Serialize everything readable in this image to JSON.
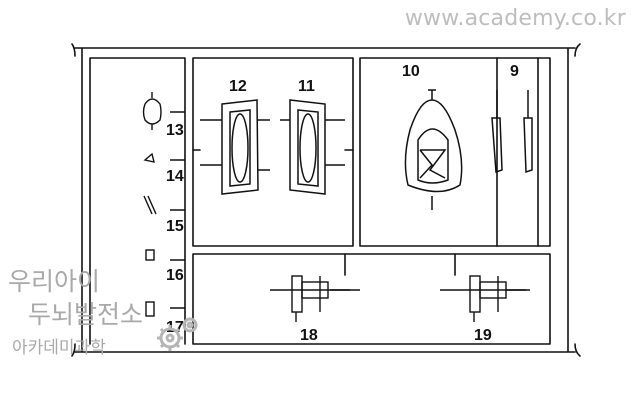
{
  "watermark": {
    "url": "www.academy.co.kr",
    "korean_line1": "우리아이",
    "korean_line2": "두뇌발전소",
    "korean_line3": "아카데미과학",
    "logo_icon": "gear-icon"
  },
  "sprue": {
    "part_numbers": [
      "9",
      "10",
      "11",
      "12",
      "13",
      "14",
      "15",
      "16",
      "17",
      "18",
      "19"
    ]
  }
}
